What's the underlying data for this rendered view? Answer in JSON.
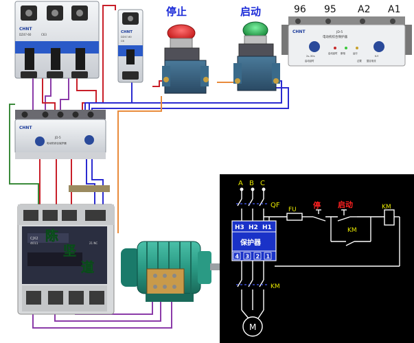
{
  "labels": {
    "stop_button": "停止",
    "start_button": "启动",
    "relay_terminals": [
      "96",
      "95",
      "A2",
      "A1"
    ],
    "brand": "CHNT",
    "breaker3_model": "DZ47-60",
    "breaker3_rating": "C63",
    "breaker1_model": "DZ47-60",
    "breaker1_rating": "C6",
    "relay_model": "JD-5",
    "relay_desc": "电动机综合保护器",
    "relay_knob_left": "2s-30s",
    "relay_knob_right": "K-Y",
    "relay_leds": [
      "启动延时",
      "断相",
      "运行",
      "过载",
      "整定电流"
    ],
    "protector_small_model": "JD-5",
    "protector_small_desc": "电动机综合保护器",
    "contactor_model": "CJX2",
    "contactor_rating": "4011",
    "contactor_aux": "21 NC",
    "watermark": "陈坚道"
  },
  "schematic": {
    "phases": [
      "A",
      "B",
      "C"
    ],
    "breaker": "QF",
    "fuse": "FU",
    "stop": "停",
    "start": "启动",
    "coil": "KM",
    "hold_contact": "KM",
    "main_contact": "KM",
    "protector": "保护器",
    "protector_top": [
      "H3",
      "H2",
      "H1"
    ],
    "protector_bottom": [
      "4",
      "3",
      "2",
      "1"
    ],
    "motor": "M"
  },
  "colors": {
    "schematic_bg": "#000000",
    "schematic_line": "#ffffff",
    "protector_blue": "#1a32c8",
    "phase_label": "#e8e800",
    "red_label": "#ff2020",
    "wire_blue": "#2a2ad0",
    "wire_red": "#c81e28",
    "wire_purple": "#8a3aa8",
    "wire_green": "#3a8a3a",
    "wire_orange": "#e88a3a",
    "device_face": "#e4e8ec",
    "motor_green": "#2aa08a",
    "dashed_blue": "#4a60ff"
  }
}
